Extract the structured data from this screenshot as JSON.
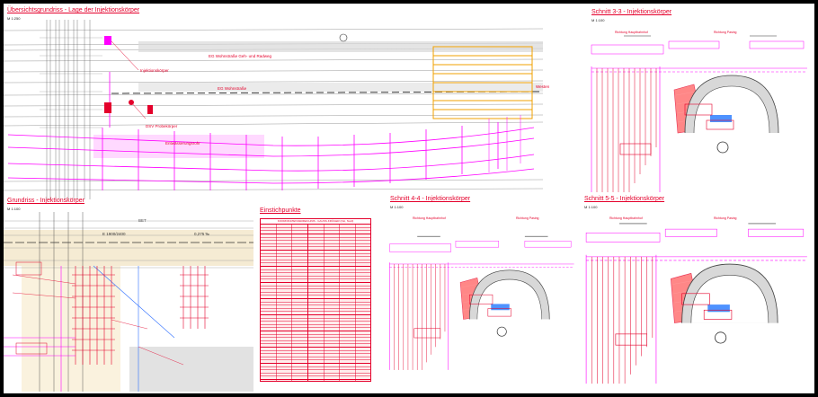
{
  "colors": {
    "red": "#e4002b",
    "magenta": "#ff00ff",
    "orange": "#f0a000",
    "gray": "#9a9a9a"
  },
  "overview": {
    "title": "Übersichtsgrundriss - Lage der Injektionskörper",
    "scale": "M 1:250",
    "labels": {
      "injektionskoerper": "Injektionskörper",
      "wohnstrasse_geh": "EG Wohnstraße Geh- und Radweg",
      "wohnstrasse": "EG Wohnstraße",
      "dsv": "DSV Probekörper",
      "umweltrohr": "Entwässerungsrohr",
      "west": "Westen"
    }
  },
  "grundriss": {
    "title": "Grundriss - Injektionskörper",
    "scale": "M 1:100",
    "labels": {
      "bet": "BET",
      "station": "E 1900/2400",
      "gradient": "0,275 ‰"
    }
  },
  "table": {
    "title": "Einstichpunkte",
    "header": "KOORDINATENVERZEICHNIS - GAUSS-KRÜGER (Ost, Nord)"
  },
  "sections": [
    {
      "title": "Schnitt 3-3 - Injektionskörper",
      "scale": "M 1:100",
      "labels": {
        "left": "Richtung Hauptbahnhof",
        "right": "Richtung Pasing"
      }
    },
    {
      "title": "Schnitt 4-4 - Injektionskörper",
      "scale": "M 1:100",
      "labels": {
        "left": "Richtung Hauptbahnhof",
        "right": "Richtung Pasing"
      }
    },
    {
      "title": "Schnitt 5-5 - Injektionskörper",
      "scale": "M 1:100",
      "labels": {
        "left": "Richtung Hauptbahnhof",
        "right": "Richtung Pasing"
      }
    }
  ]
}
